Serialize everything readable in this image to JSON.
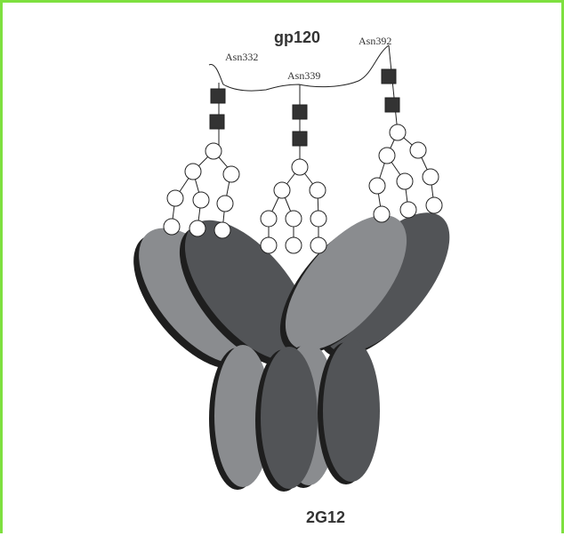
{
  "title": "gp120",
  "antibody_label": "2G12",
  "glycan_sites": [
    {
      "id": "asn332",
      "label": "Asn332"
    },
    {
      "id": "asn339",
      "label": "Asn339"
    },
    {
      "id": "asn392",
      "label": "Asn392"
    }
  ],
  "colors": {
    "frame_border": "#7ee03f",
    "domain_light": "#8a8c8f",
    "domain_dark": "#525457",
    "domain_shadow": "#1e1e1e",
    "core_sugar": "#333333",
    "mannose": "#ffffff"
  },
  "legend": {
    "core_sugar": "filled-square",
    "mannose": "open-circle"
  }
}
